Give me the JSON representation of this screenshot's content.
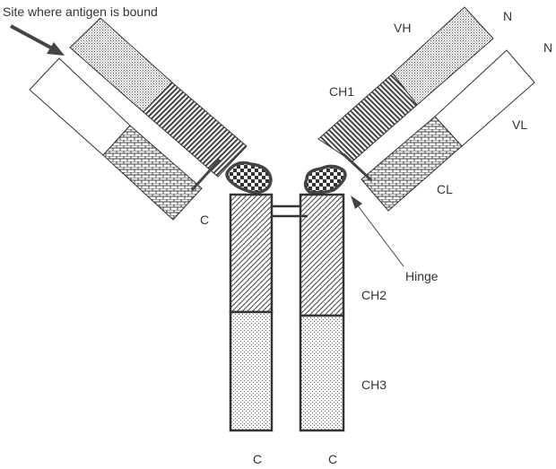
{
  "labels": {
    "site": "Site where antigen is bound",
    "vh": "VH",
    "n_heavy": "N",
    "n_light": "N",
    "ch1": "CH1",
    "vl": "VL",
    "cl": "CL",
    "c_light": "C",
    "hinge": "Hinge",
    "ch2": "CH2",
    "ch3": "CH3",
    "c_left": "C",
    "c_right": "C"
  },
  "colors": {
    "outline": "#333333",
    "arrow": "#444444"
  }
}
